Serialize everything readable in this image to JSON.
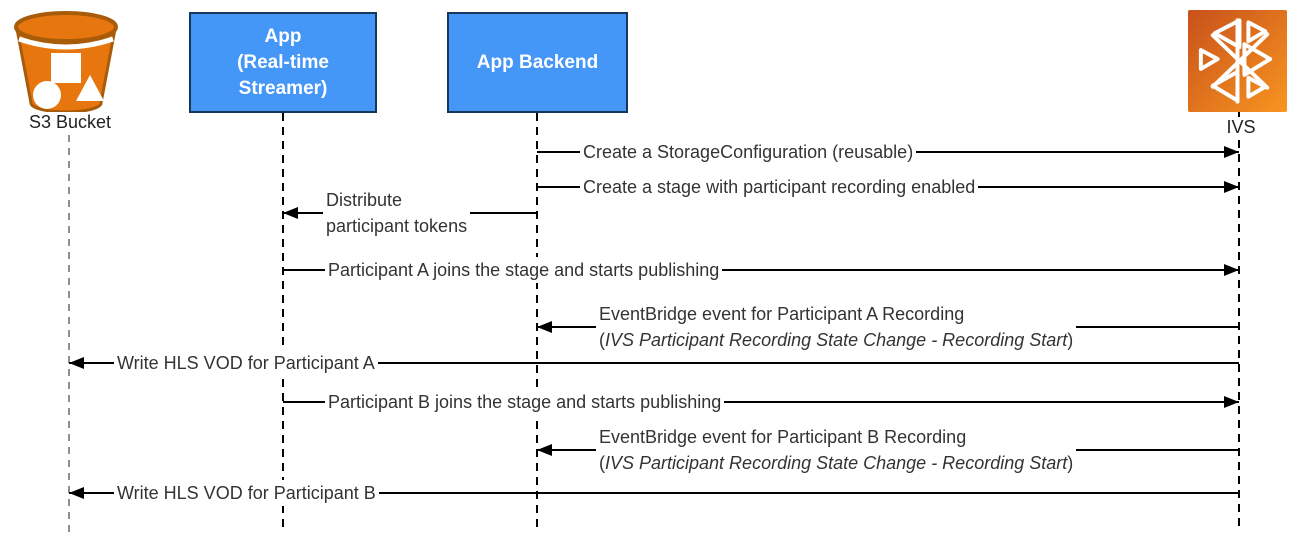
{
  "actors": [
    {
      "id": "s3",
      "label": "S3 Bucket",
      "icon": "s3-bucket-icon"
    },
    {
      "id": "app",
      "label_lines": [
        "App",
        "(Real-time",
        "Streamer)"
      ]
    },
    {
      "id": "backend",
      "label": "App Backend"
    },
    {
      "id": "ivs",
      "label": "IVS",
      "icon": "ivs-icon"
    }
  ],
  "messages": [
    {
      "from": "backend",
      "to": "ivs",
      "lines": [
        {
          "text": "Create a StorageConfiguration (reusable)"
        }
      ]
    },
    {
      "from": "backend",
      "to": "ivs",
      "lines": [
        {
          "text": "Create a stage with participant recording enabled"
        }
      ]
    },
    {
      "from": "backend",
      "to": "app",
      "lines": [
        {
          "text": "Distribute"
        },
        {
          "text": "participant tokens"
        }
      ]
    },
    {
      "from": "app",
      "to": "ivs",
      "lines": [
        {
          "text": "Participant A joins the stage and starts publishing"
        }
      ]
    },
    {
      "from": "ivs",
      "to": "backend",
      "lines": [
        {
          "text": "EventBridge event for Participant A Recording"
        },
        {
          "pre": "(",
          "italic": "IVS Participant Recording State Change - Recording Start",
          "post": ")"
        }
      ]
    },
    {
      "from": "ivs",
      "to": "s3",
      "lines": [
        {
          "text": "Write HLS VOD for Participant A"
        }
      ]
    },
    {
      "from": "app",
      "to": "ivs",
      "lines": [
        {
          "text": "Participant B joins the stage and starts publishing"
        }
      ]
    },
    {
      "from": "ivs",
      "to": "backend",
      "lines": [
        {
          "text": "EventBridge event for Participant B Recording"
        },
        {
          "pre": "(",
          "italic": "IVS Participant Recording State Change - Recording Start",
          "post": ")"
        }
      ]
    },
    {
      "from": "ivs",
      "to": "s3",
      "lines": [
        {
          "text": "Write HLS VOD for Participant B"
        }
      ]
    }
  ],
  "colors": {
    "actor_box_fill": "#4496F7",
    "actor_box_border": "#16365C",
    "message_text": "#333333",
    "line": "#000000",
    "s3_orange": "#E8760E",
    "s3_rim_dark": "#A85C0A",
    "ivs_gradient_start": "#C8511B",
    "ivs_gradient_end": "#F89520",
    "s3_lifeline_gray": "#8F8F8F"
  }
}
